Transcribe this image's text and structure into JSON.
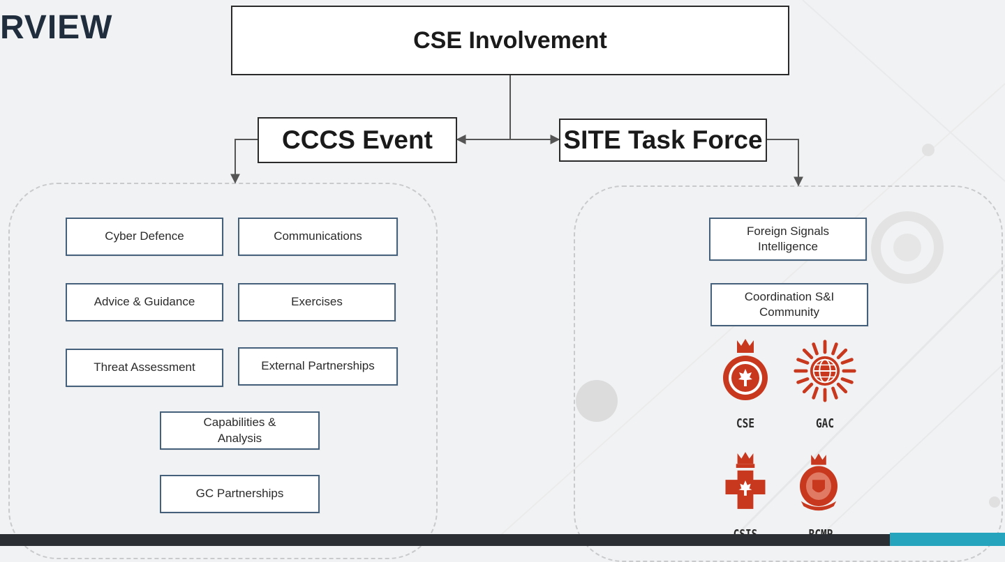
{
  "slide": {
    "title_partial": "RVIEW"
  },
  "diagram": {
    "root": {
      "label": "CSE Involvement"
    },
    "left_branch": {
      "label": "CCCS Event"
    },
    "right_branch": {
      "label": "SITE Task Force"
    },
    "left_group": [
      "Cyber Defence",
      "Communications",
      "Advice & Guidance",
      "Exercises",
      "Threat Assessment",
      "External Partnerships",
      "Capabilities & Analysis",
      "GC Partnerships"
    ],
    "right_group": [
      "Foreign Signals Intelligence",
      "Coordination S&I Community"
    ],
    "agencies": [
      {
        "label": "CSE",
        "icon": "cse-seal-icon"
      },
      {
        "label": "GAC",
        "icon": "gac-globe-icon"
      },
      {
        "label": "CSIS",
        "icon": "csis-badge-icon"
      },
      {
        "label": "RCMP",
        "icon": "rcmp-crest-icon"
      }
    ]
  },
  "colors": {
    "box_border": "#44607a",
    "seal_red": "#c8381e",
    "title": "#1f2d3d",
    "bottom_bar": "#2b2f33",
    "accent": "#27a4bd"
  }
}
